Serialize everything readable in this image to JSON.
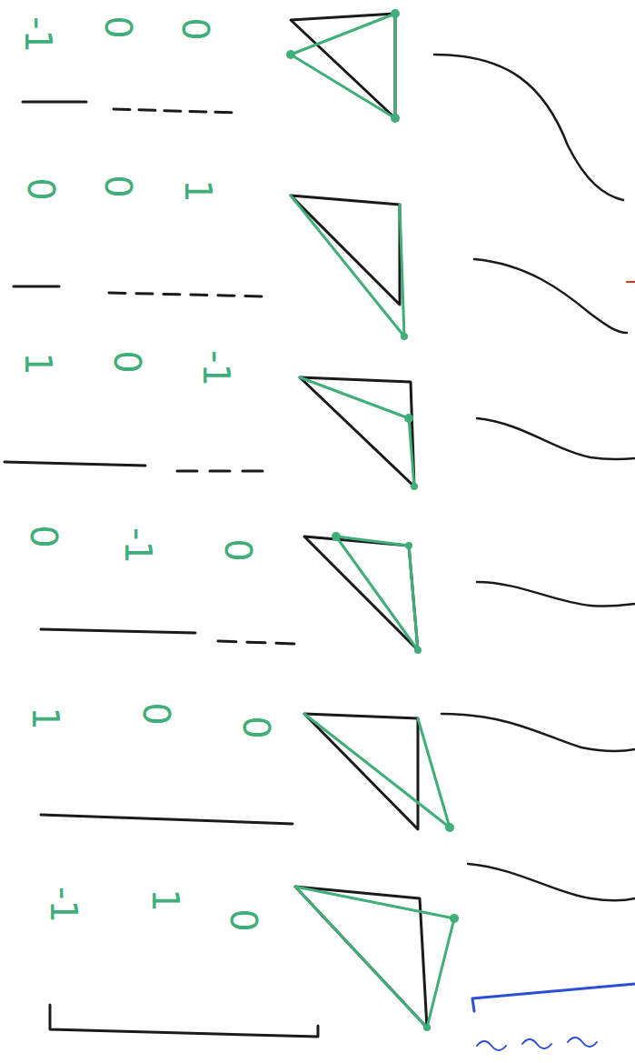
{
  "diagram": {
    "labels": [
      "-1",
      "0",
      "0",
      "0",
      "0",
      "1",
      "1",
      "0",
      "-1",
      "0",
      "-1",
      "0",
      "1",
      "0",
      "0",
      "-1",
      "1",
      "0"
    ]
  }
}
